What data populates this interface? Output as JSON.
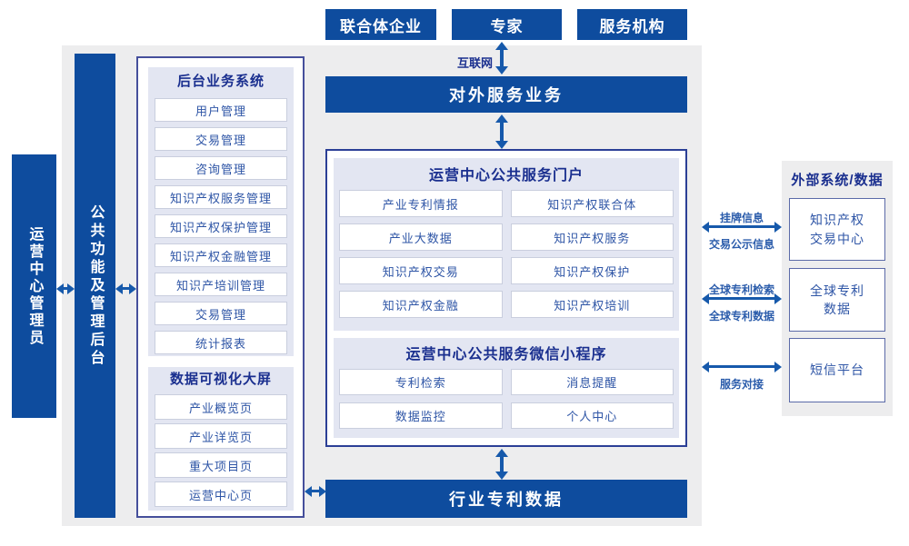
{
  "colors": {
    "primary": "#0e4c9e",
    "panel_bg": "#ededee",
    "section_bg": "#e3e6f2",
    "item_text": "#2e55a6",
    "header_text": "#1a2f8f",
    "outer_border": "#454f9b",
    "center_border": "#2b3f96",
    "item_border": "#c9cede",
    "arrow": "#1659ab",
    "link_label": "#2b5cab"
  },
  "actors": {
    "consortium": "联合体企业",
    "experts": "专家",
    "service_org": "服务机构"
  },
  "internet_label": "互联网",
  "external_service_bar": "对外服务业务",
  "bottom_bar": "行业专利数据",
  "left_rail": {
    "admin": "运营中心管理员",
    "public_bar": "公共功能及管理后台"
  },
  "backend": {
    "title": "后台业务系统",
    "items": [
      "用户管理",
      "交易管理",
      "咨询管理",
      "知识产权服务管理",
      "知识产权保护管理",
      "知识产权金融管理",
      "知识产培训管理",
      "交易管理",
      "统计报表"
    ]
  },
  "dataviz": {
    "title": "数据可视化大屏",
    "items": [
      "产业概览页",
      "产业详览页",
      "重大项目页",
      "运营中心页"
    ]
  },
  "portal": {
    "title": "运营中心公共服务门户",
    "items": [
      "产业专利情报",
      "知识产权联合体",
      "产业大数据",
      "知识产权服务",
      "知识产权交易",
      "知识产权保护",
      "知识产权金融",
      "知识产权培训"
    ]
  },
  "miniapp": {
    "title": "运营中心公共服务微信小程序",
    "items": [
      "专利检索",
      "消息提醒",
      "数据监控",
      "个人中心"
    ]
  },
  "external": {
    "title": "外部系统/数据",
    "systems": [
      "知识产权\n交易中心",
      "全球专利\n数据",
      "短信平台"
    ],
    "links": [
      {
        "top": "挂牌信息",
        "bottom": "交易公示信息"
      },
      {
        "top": "全球专利检索",
        "bottom": "全球专利数据"
      },
      {
        "top": "",
        "bottom": "服务对接"
      }
    ]
  }
}
